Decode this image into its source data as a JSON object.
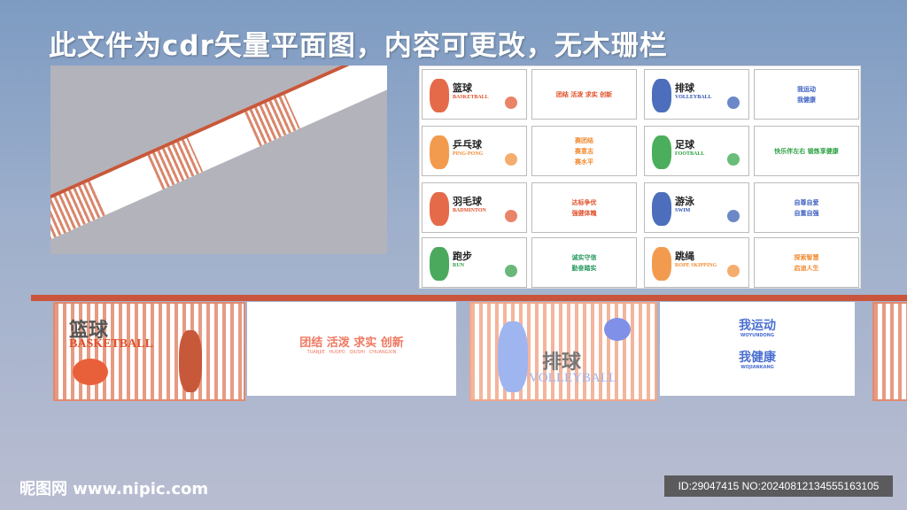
{
  "title": "此文件为cdr矢量平面图，内容可更改，无木珊栏",
  "cards": [
    {
      "cn": "篮球",
      "en": "BASKETBALL",
      "color": "#e0502a",
      "type": "sport"
    },
    {
      "slogans": [
        "团结 活泼 求实 创新"
      ],
      "color": "#e0502a",
      "type": "slogan"
    },
    {
      "cn": "排球",
      "en": "VOLLEYBALL",
      "color": "#2d55b0",
      "type": "sport"
    },
    {
      "slogans": [
        "我运动",
        "我健康"
      ],
      "color": "#3a5fc0",
      "type": "slogan"
    },
    {
      "cn": "乒乓球",
      "en": "PING-PONG",
      "color": "#f08a30",
      "type": "sport"
    },
    {
      "slogans": [
        "赛团结",
        "赛意志",
        "赛水平"
      ],
      "color": "#f08a30",
      "type": "slogan"
    },
    {
      "cn": "足球",
      "en": "FOOTBALL",
      "color": "#2aa040",
      "type": "sport"
    },
    {
      "slogans": [
        "快乐伴左右  锻炼享健康"
      ],
      "color": "#2aa040",
      "type": "slogan"
    },
    {
      "cn": "羽毛球",
      "en": "BADMINTON",
      "color": "#e0502a",
      "type": "sport"
    },
    {
      "slogans": [
        "达标争优",
        "强健体魄"
      ],
      "color": "#e0502a",
      "type": "slogan"
    },
    {
      "cn": "游泳",
      "en": "SWIM",
      "color": "#2d55b0",
      "type": "sport"
    },
    {
      "slogans": [
        "自尊自爱",
        "自重自强"
      ],
      "color": "#3a5fc0",
      "type": "slogan"
    },
    {
      "cn": "跑步",
      "en": "RUN",
      "color": "#2a9a40",
      "type": "sport"
    },
    {
      "slogans": [
        "诚实守信",
        "勤奋踏实"
      ],
      "color": "#2a9a60",
      "type": "slogan"
    },
    {
      "cn": "跳绳",
      "en": "ROPE SKIPPING",
      "color": "#f08a30",
      "type": "sport"
    },
    {
      "slogans": [
        "探索智慧",
        "启迪人生"
      ],
      "color": "#f08a30",
      "type": "slogan"
    }
  ],
  "wall": {
    "basketball_cn": "篮球",
    "basketball_en": "BASKETBALL",
    "slogan1": "团结 活泼 求实 创新",
    "slogan1_pinyin": "TUANJIE   HUOPO   QIUSHI   CHUANGXIN",
    "volleyball_cn": "排球",
    "volleyball_en": "VOLLEYBALL",
    "slogan2a": "我运动",
    "slogan2a_pinyin": "WOYUNDONG",
    "slogan2b": "我健康",
    "slogan2b_pinyin": "WOJIANKANG"
  },
  "footer": {
    "logo": "昵图网 www.nipic.com",
    "id": "ID:29047415 NO:20240812134555163105"
  }
}
